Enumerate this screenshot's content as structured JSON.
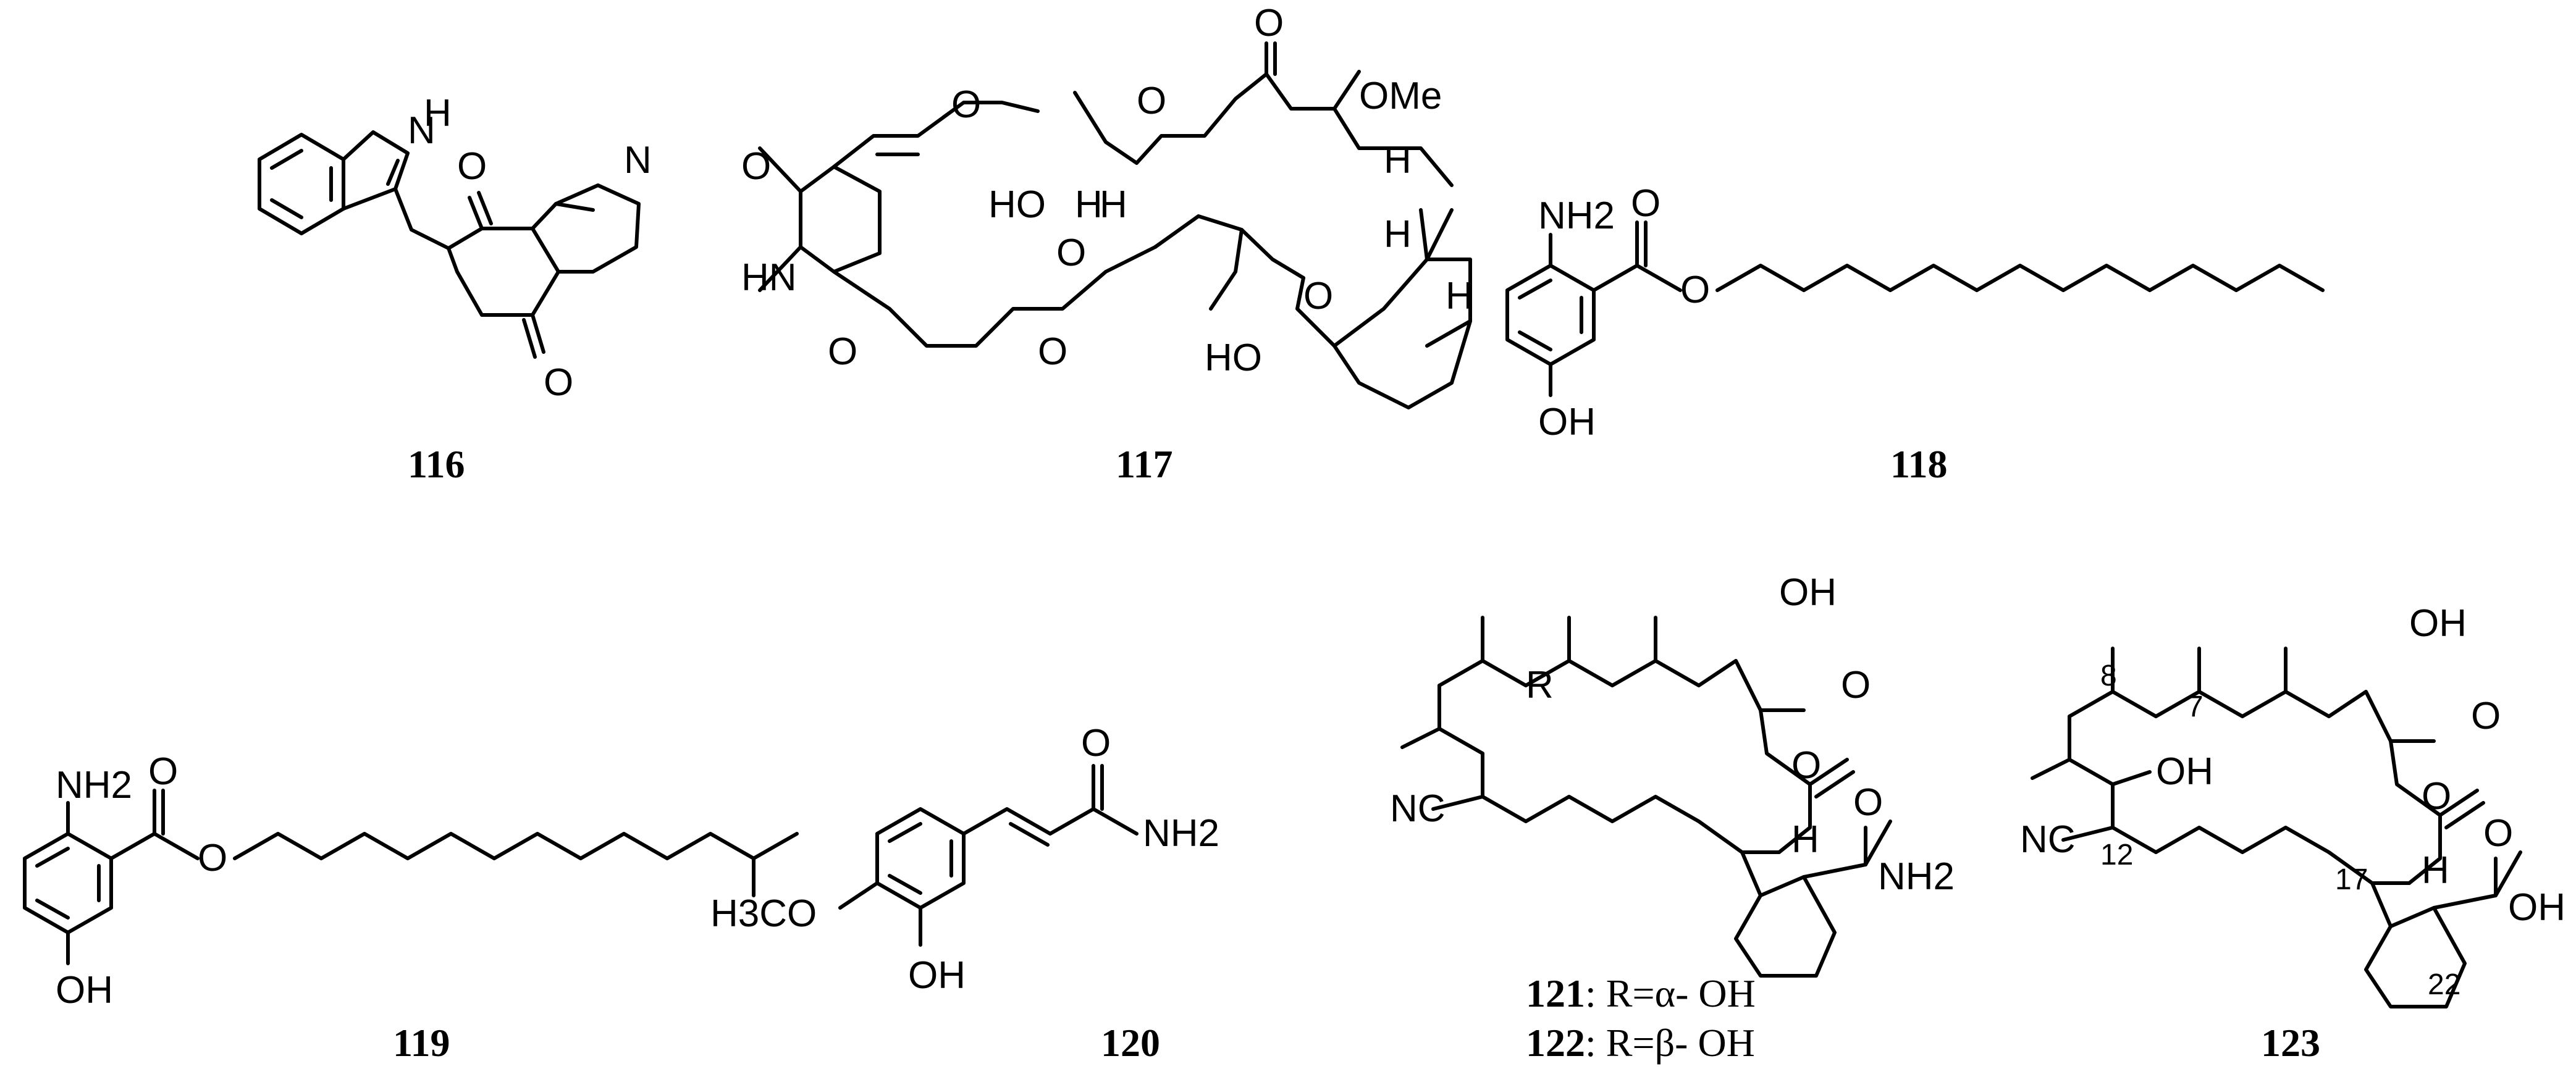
{
  "compounds": {
    "c116": {
      "label": "116",
      "atoms": {
        "n1": "N",
        "h1": "H",
        "o1": "O",
        "n2": "N",
        "o2": "O"
      }
    },
    "c117": {
      "label": "117",
      "atoms": {
        "ome": "OMe",
        "ho1": "HO",
        "h1": "H",
        "h2": "H",
        "o_nl": "O",
        "hn": "HN",
        "o1": "O",
        "o2": "O",
        "o3": "O",
        "o4": "O",
        "o5": "O",
        "o6": "O",
        "h3": "H",
        "h4": "H",
        "h5": "H",
        "ob": "O",
        "ho2": "HO"
      }
    },
    "c118": {
      "label": "118",
      "atoms": {
        "nh2": "NH2",
        "o1": "O",
        "o2": "O",
        "oh": "OH"
      }
    },
    "c119": {
      "label": "119",
      "atoms": {
        "nh2": "NH2",
        "o1": "O",
        "o2": "O",
        "oh": "OH"
      }
    },
    "c120": {
      "label": "120",
      "atoms": {
        "o1": "O",
        "nh2": "NH2",
        "h3co": "H3CO",
        "oh": "OH"
      }
    },
    "c121_122": {
      "atoms": {
        "r": "R",
        "oh": "OH",
        "o1": "O",
        "o2": "O",
        "nc": "NC",
        "h": "H",
        "o3": "O",
        "nh2": "NH2"
      },
      "caption1": {
        "label": "121",
        "text": ": R=α-  OH"
      },
      "caption2": {
        "label": "122",
        "text": ": R=β-  OH"
      }
    },
    "c123": {
      "label": "123",
      "atoms": {
        "oh1": "OH",
        "oh2": "OH",
        "o1": "O",
        "o2": "O",
        "nc": "NC",
        "h": "H",
        "o3": "O",
        "oh3": "OH"
      },
      "numbers": {
        "n8": "8",
        "n7": "7",
        "n12": "12",
        "n17": "17",
        "n22": "22"
      }
    }
  }
}
